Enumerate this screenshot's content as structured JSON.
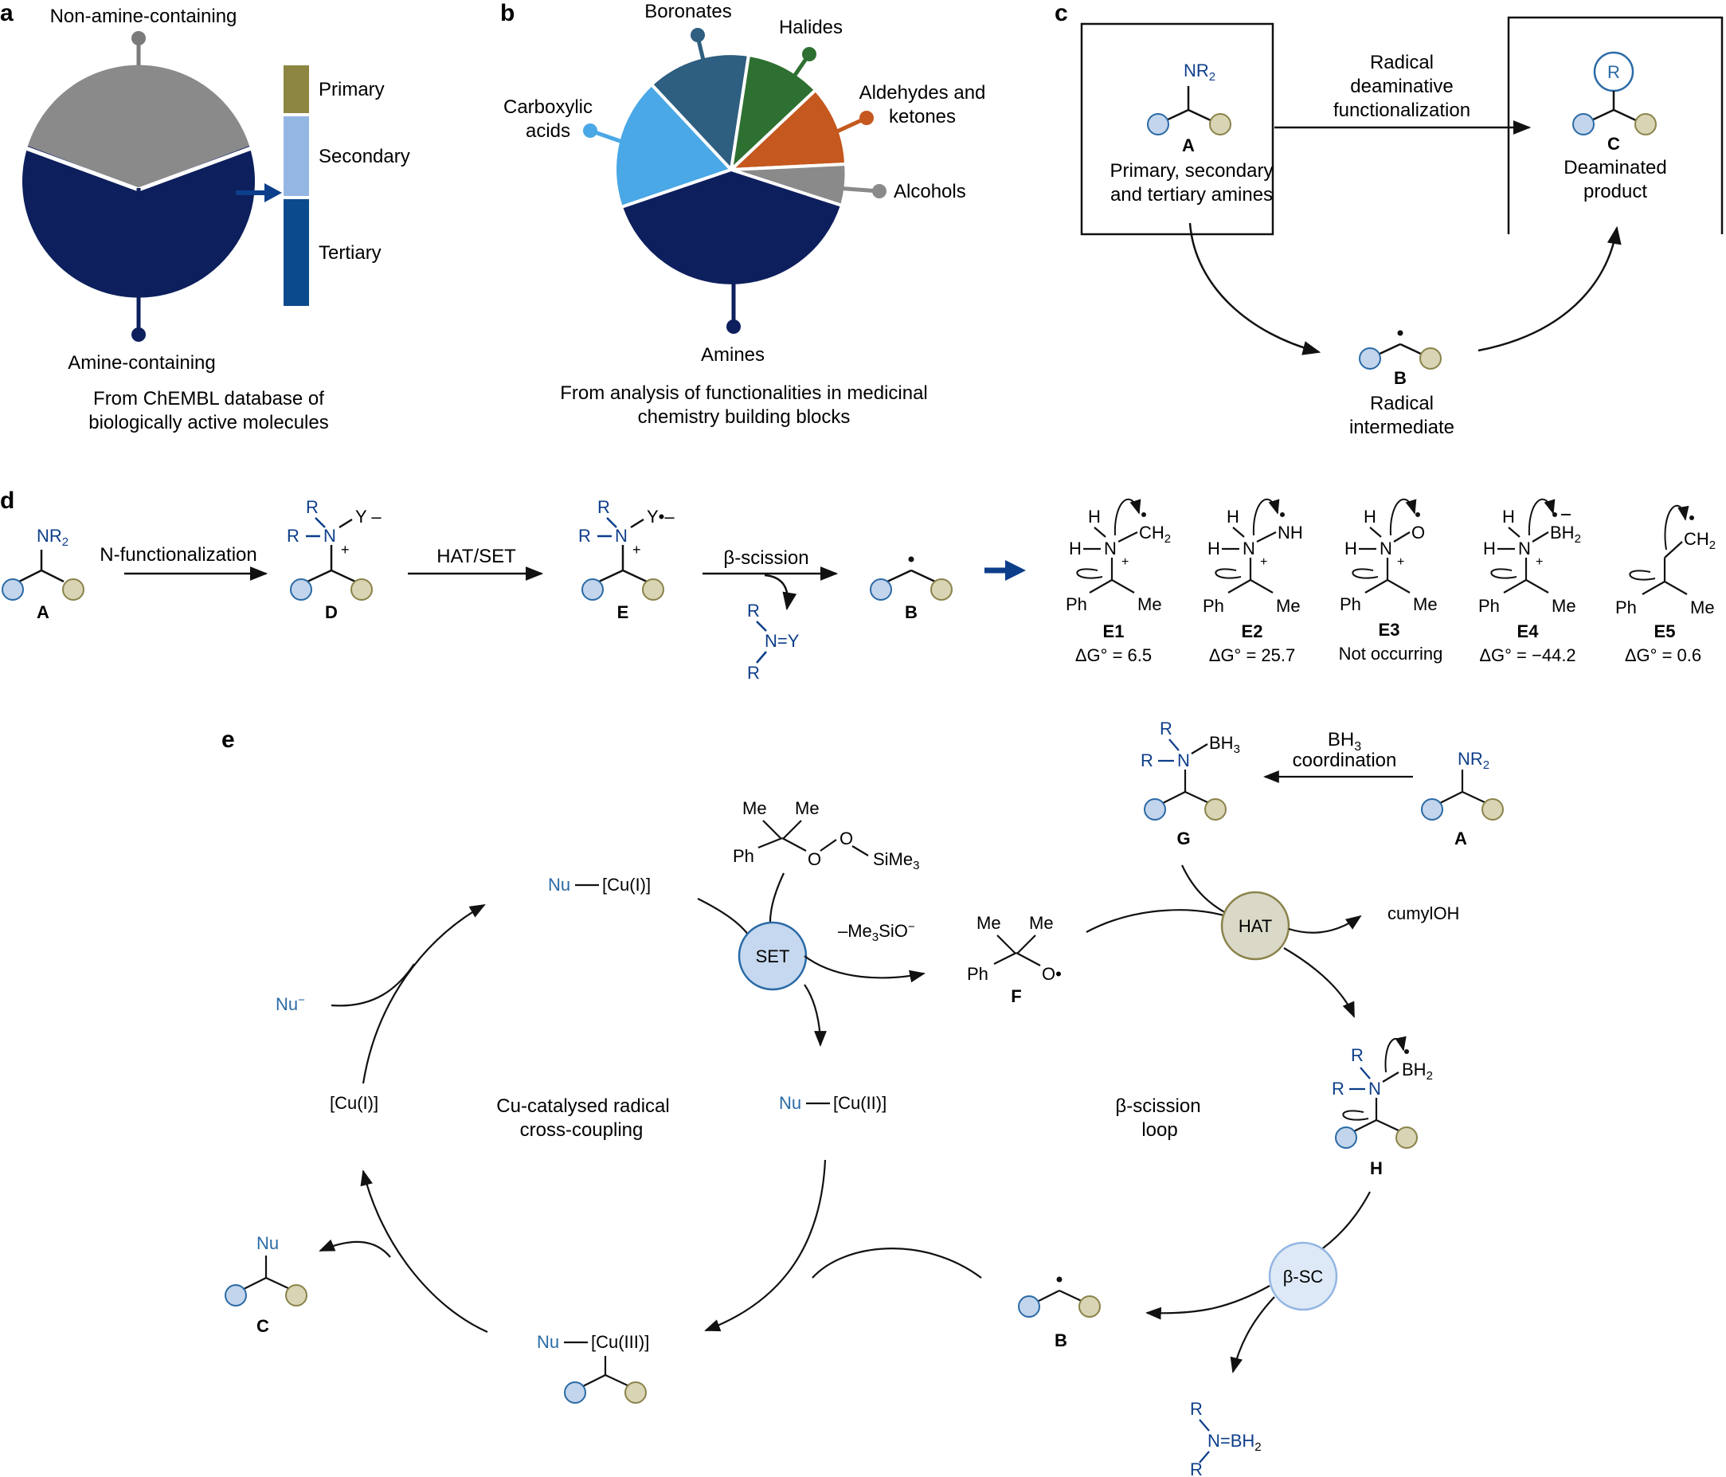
{
  "colors": {
    "nonamine": "#8a8a8a",
    "amine": "#0d1f5c",
    "primary": "#8c8642",
    "secondary": "#94b6e3",
    "tertiary": "#0b4a8c",
    "carboxylic": "#4aa8e6",
    "boronates": "#2e5e80",
    "halides": "#2e7032",
    "aldehydes": "#c4581e",
    "alcohols": "#8a8a8a",
    "amines": "#0e1f5e",
    "dot_blue": "#c3d5ec",
    "dot_olive": "#d9d4b4",
    "dot_blue_stroke": "#2a6aa6",
    "dot_olive_stroke": "#8a834a",
    "text_blue": "#2a6aa6",
    "navy": "#0d3e8a",
    "set_fill": "#c6d8ef",
    "hat_fill": "#dad8c7",
    "bsc_fill": "#dde9f6"
  },
  "panel_a": {
    "letter": "a",
    "label_top": "Non-amine-containing",
    "label_bottom": "Amine-containing",
    "bar_primary": "Primary",
    "bar_secondary": "Secondary",
    "bar_tertiary": "Tertiary",
    "caption_line1": "From ChEMBL database of",
    "caption_line2": "biologically active molecules"
  },
  "panel_b": {
    "letter": "b",
    "boronates": "Boronates",
    "halides": "Halides",
    "carboxylic_line1": "Carboxylic",
    "carboxylic_line2": "acids",
    "aldehydes_line1": "Aldehydes and",
    "aldehydes_line2": "ketones",
    "alcohols": "Alcohols",
    "amines": "Amines",
    "caption_line1": "From analysis of functionalities in medicinal",
    "caption_line2": "chemistry building blocks"
  },
  "panel_c": {
    "letter": "c",
    "nr2": "NR",
    "sub2": "2",
    "label_a": "A",
    "amines_line1": "Primary, secondary",
    "amines_line2": "and tertiary amines",
    "arrow_line1": "Radical",
    "arrow_line2": "deaminative",
    "arrow_line3": "functionalization",
    "r": "R",
    "label_c": "C",
    "product_line1": "Deaminated",
    "product_line2": "product",
    "label_b": "B",
    "inter_line1": "Radical",
    "inter_line2": "intermediate"
  },
  "panel_d": {
    "letter": "d",
    "nr2": "NR",
    "sub2": "2",
    "label_a": "A",
    "step1": "N-functionalization",
    "label_d": "D",
    "step2": "HAT/SET",
    "label_e": "E",
    "step3": "β-scission",
    "label_b": "B",
    "imine": "N=Y",
    "r": "R",
    "y_minus": "Y –",
    "y_rad": "Y•–",
    "plus": "+",
    "h": "H",
    "ch2": "CH",
    "nh": "NH",
    "o": "O",
    "bh2": "BH",
    "ph": "Ph",
    "me": "Me",
    "e1": "E1",
    "e1_val": "ΔG° = 6.5",
    "e2": "E2",
    "e2_val": "ΔG° = 25.7",
    "e3": "E3",
    "e3_val": "Not occurring",
    "e4": "E4",
    "e4_val": "ΔG° = −44.2",
    "e5": "E5",
    "e5_val": "ΔG° = 0.6"
  },
  "panel_e": {
    "letter": "e",
    "me": "Me",
    "ph": "Ph",
    "o": "O",
    "sime3": "SiMe",
    "sub3": "3",
    "nu": "Nu",
    "cu1": "[Cu(I)]",
    "cu2": "[Cu(II)]",
    "cu3": "[Cu(III)]",
    "nu_minus": "Nu",
    "minus_sup": "−",
    "set": "SET",
    "me3sio": "–Me",
    "sio": "SiO",
    "label_f": "F",
    "o_rad": "O•",
    "cycle_line1": "Cu-catalysed radical",
    "cycle_line2": "cross-coupling",
    "loop_line1": "β-scission",
    "loop_line2": "loop",
    "bh3": "BH",
    "bh3_line2": "coordination",
    "label_g": "G",
    "label_a": "A",
    "nr2": "NR",
    "hat": "HAT",
    "cumyloh": "cumylOH",
    "label_h": "H",
    "bsc": "β-SC",
    "label_b": "B",
    "label_c": "C",
    "imine_tail": "N=BH",
    "r": "R"
  }
}
